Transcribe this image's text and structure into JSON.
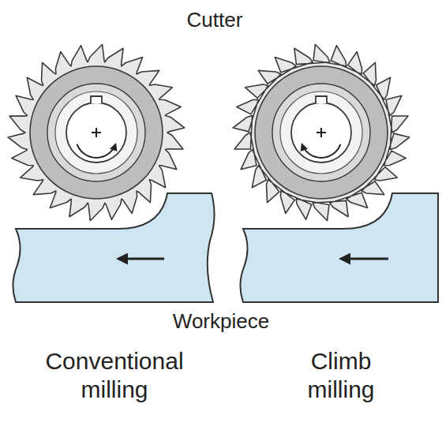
{
  "diagram": {
    "labels": [
      "Cutter",
      "Workpiece",
      "Conventional milling",
      "Climb milling"
    ]
  }
}
